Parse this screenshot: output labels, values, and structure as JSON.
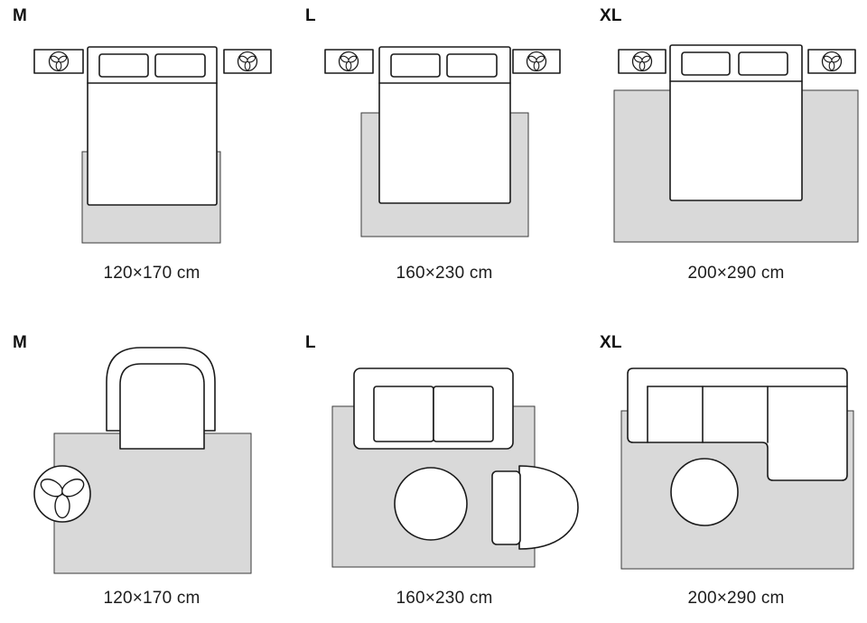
{
  "colors": {
    "rug_fill": "#d9d9d9",
    "outline": "#1a1a1a",
    "text": "#111111"
  },
  "panels": [
    {
      "label": "M",
      "dimensions": "120×170 cm",
      "scene": "bedroom"
    },
    {
      "label": "L",
      "dimensions": "160×230 cm",
      "scene": "bedroom"
    },
    {
      "label": "XL",
      "dimensions": "200×290 cm",
      "scene": "bedroom"
    },
    {
      "label": "M",
      "dimensions": "120×170 cm",
      "scene": "living-room"
    },
    {
      "label": "L",
      "dimensions": "160×230 cm",
      "scene": "living-room"
    },
    {
      "label": "XL",
      "dimensions": "200×290 cm",
      "scene": "living-room"
    }
  ]
}
